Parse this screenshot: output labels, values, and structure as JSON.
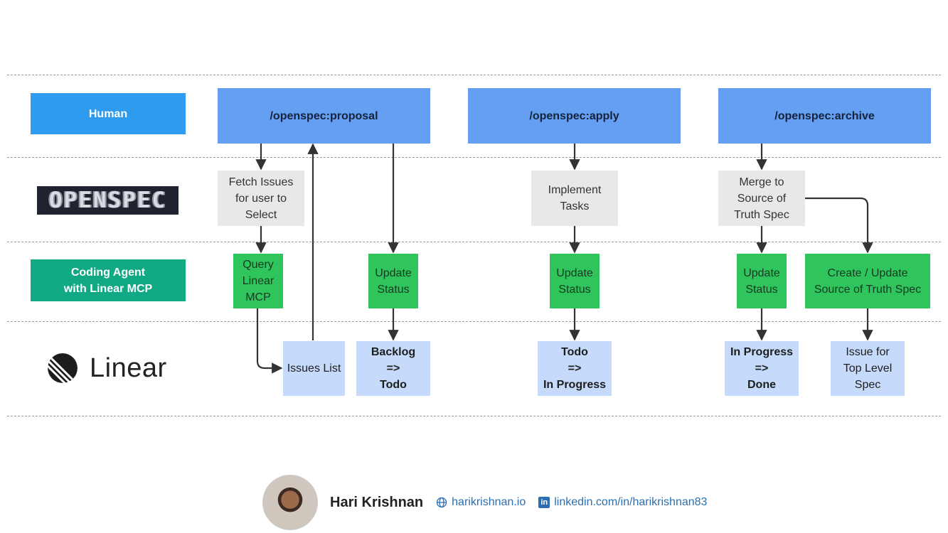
{
  "lanes": {
    "human": "Human",
    "openspec_logo": "OPENSPEC",
    "agent": "Coding Agent\nwith Linear MCP",
    "linear": "Linear"
  },
  "commands": {
    "proposal": "/openspec:proposal",
    "apply": "/openspec:apply",
    "archive": "/openspec:archive"
  },
  "openspec_steps": {
    "fetch": "Fetch Issues\nfor user to\nSelect",
    "implement": "Implement\nTasks",
    "merge": "Merge to\nSource of\nTruth Spec"
  },
  "agent_steps": {
    "query": "Query\nLinear\nMCP",
    "update1": "Update\nStatus",
    "update2": "Update\nStatus",
    "update3": "Update\nStatus",
    "create": "Create / Update\nSource of Truth Spec"
  },
  "linear_items": {
    "issues_list": "Issues List",
    "backlog_todo": "Backlog\n=>\nTodo",
    "todo_inprogress": "Todo\n=>\nIn Progress",
    "inprogress_done": "In Progress\n=>\nDone",
    "issue_spec": "Issue for\nTop Level\nSpec"
  },
  "footer": {
    "name": "Hari Krishnan",
    "website": "harikrishnan.io",
    "linkedin": "linkedin.com/in/harikrishnan83"
  },
  "colors": {
    "human": "#2f9bef",
    "command": "#649ff1",
    "agent": "#11a884",
    "step_grey": "#e8e8e8",
    "step_green": "#2fc55c",
    "linear_blue": "#c6dafb",
    "link": "#2b6fb0"
  },
  "icons": [
    "globe-icon",
    "linkedin-icon",
    "linear-logo-icon",
    "avatar-photo"
  ]
}
